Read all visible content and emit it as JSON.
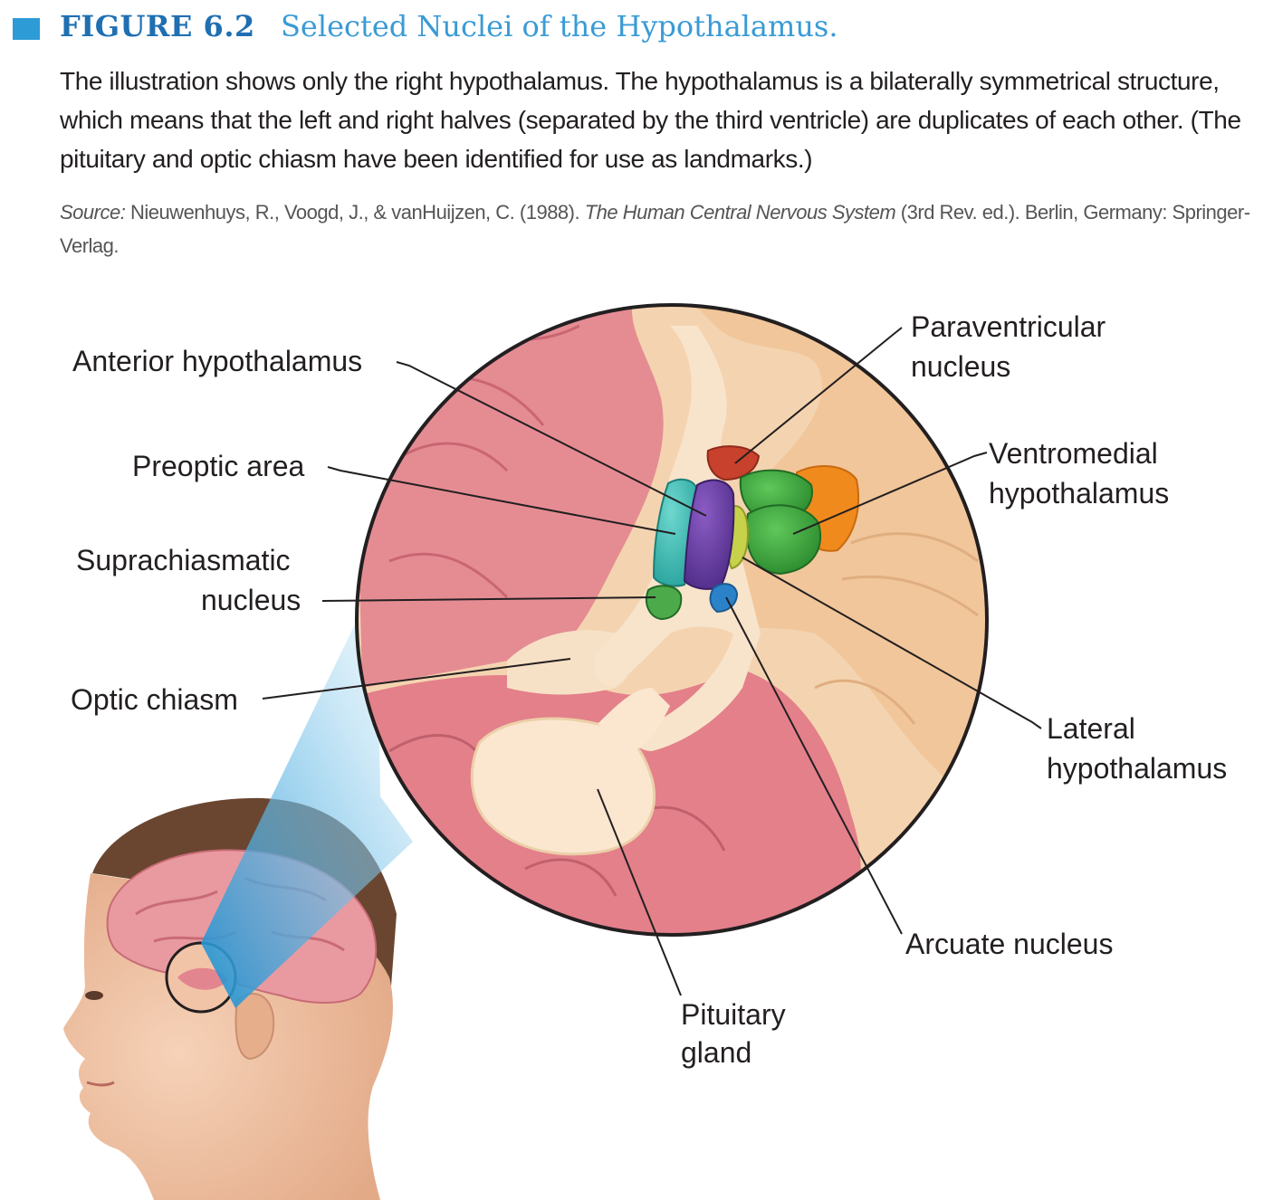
{
  "header": {
    "figure_number": "FIGURE 6.2",
    "title": "Selected Nuclei of the Hypothalamus."
  },
  "caption": "The illustration shows only the right hypothalamus. The hypothalamus is a bilaterally symmetrical structure, which means that the left and right halves (separated by the third ventricle) are duplicates of each other. (The pituitary and optic chiasm have been identified for use as landmarks.)",
  "source": {
    "prefix": "Source:",
    "authors": " Nieuwenhuys, R., Voogd, J., & vanHuijzen, C. (1988). ",
    "book_title": "The Human Central Nervous System",
    "rest": " (3rd Rev. ed.). Berlin, Germany: Springer-Verlag."
  },
  "labels": {
    "anterior_hypothalamus": "Anterior hypothalamus",
    "preoptic_area": "Preoptic area",
    "suprachiasmatic_1": "Suprachiasmatic",
    "suprachiasmatic_2": "nucleus",
    "optic_chiasm": "Optic chiasm",
    "paraventricular_1": "Paraventricular",
    "paraventricular_2": "nucleus",
    "ventromedial_1": "Ventromedial",
    "ventromedial_2": "hypothalamus",
    "lateral_1": "Lateral",
    "lateral_2": "hypothalamus",
    "arcuate": "Arcuate nucleus",
    "pituitary_1": "Pituitary",
    "pituitary_2": "gland"
  },
  "colors": {
    "accent_blue": "#2d9bd6",
    "brain_pink": "#e58a92",
    "tissue_beige": "#f6dcb8",
    "paraventricular": "#c8412c",
    "anterior": "#6a3ea1",
    "preoptic": "#3ec1b6",
    "ventromedial": "#3aa53a",
    "orange_nucleus": "#f08a1c",
    "arcuate": "#2c82c9"
  }
}
